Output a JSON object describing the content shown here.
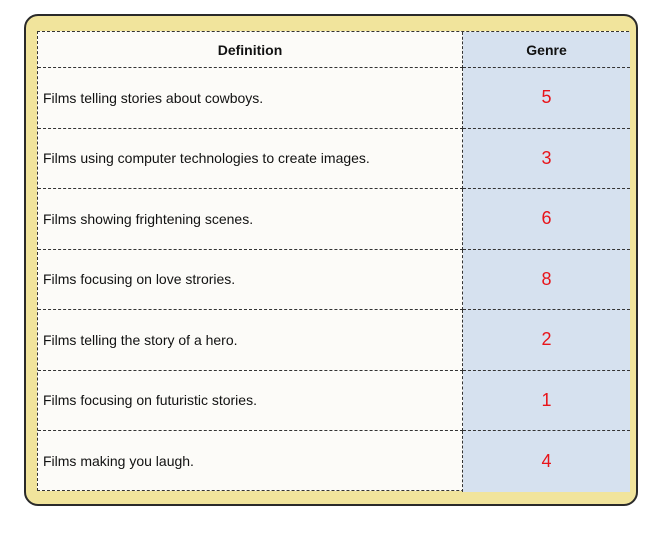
{
  "table": {
    "headers": {
      "definition": "Definition",
      "genre": "Genre"
    },
    "rows": [
      {
        "definition": "Films telling stories about cowboys.",
        "genre": "5"
      },
      {
        "definition": "Films using computer technologies to create images.",
        "genre": "3"
      },
      {
        "definition": "Films showing frightening scenes.",
        "genre": "6"
      },
      {
        "definition": "Films focusing on love strories.",
        "genre": "8"
      },
      {
        "definition": "Films telling the story of a hero.",
        "genre": "2"
      },
      {
        "definition": "Films focusing on futuristic stories.",
        "genre": "1"
      },
      {
        "definition": "Films making you laugh.",
        "genre": "4"
      }
    ]
  },
  "colors": {
    "frame_fill": "#f1e49c",
    "genre_column_fill": "#d6e1ef",
    "answer_text": "#e8141a"
  }
}
